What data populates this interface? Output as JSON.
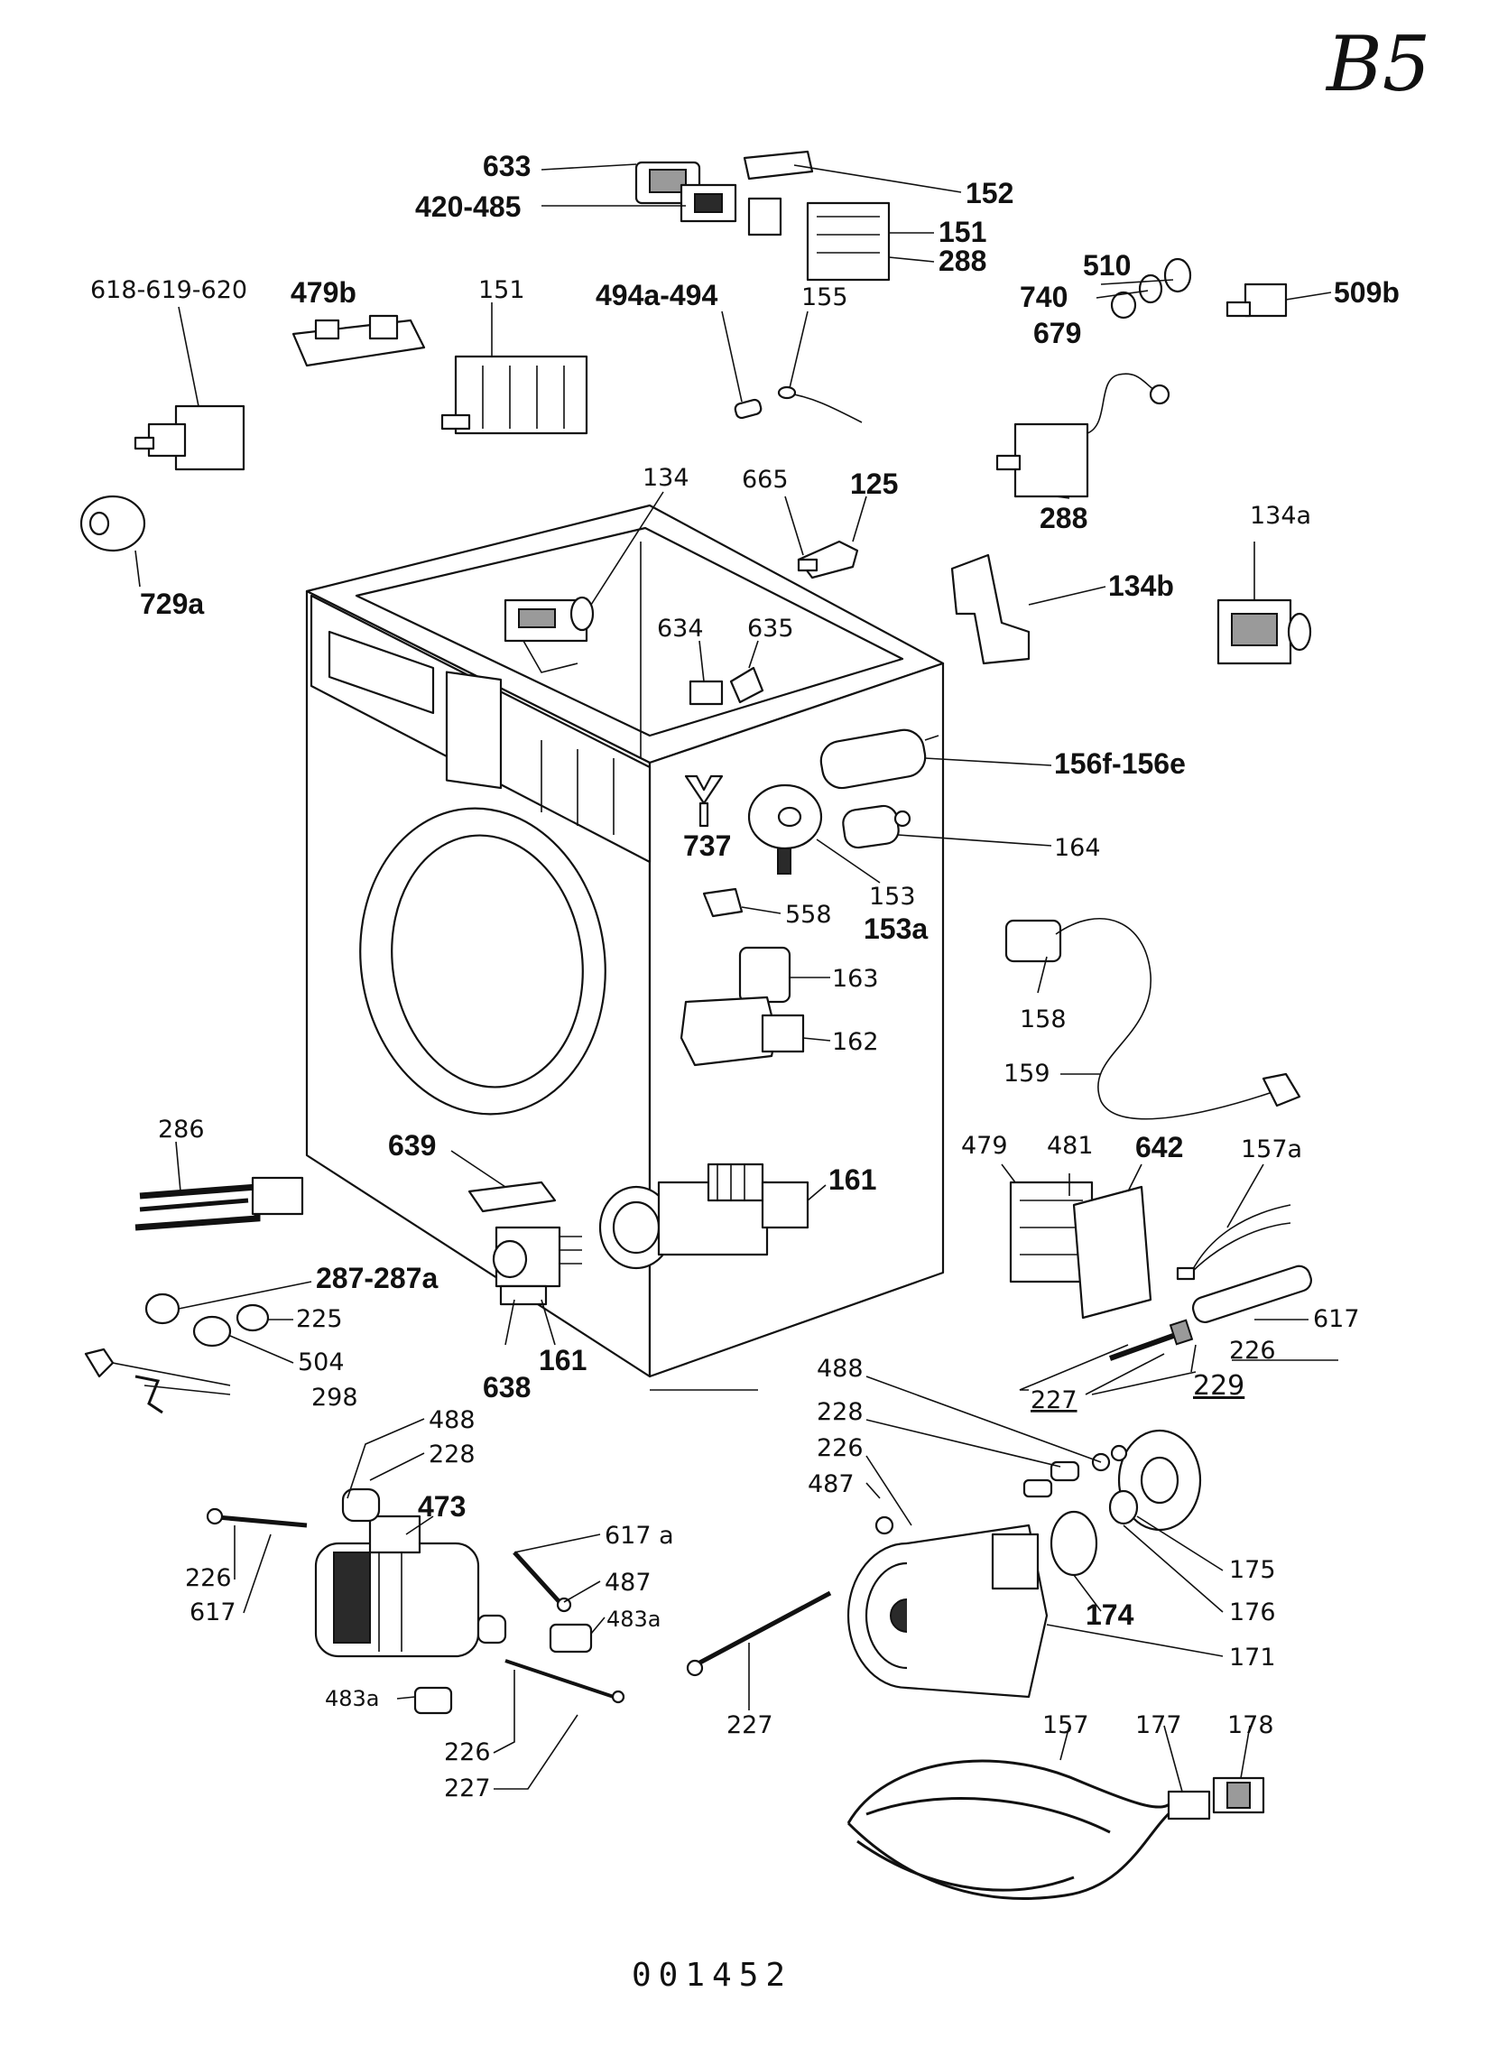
{
  "sheet_code": "B5",
  "footer_code": "001452",
  "labels": {
    "l633": "633",
    "l420_485": "420-485",
    "l152": "152",
    "l151a": "151",
    "l288a": "288",
    "l618_619_620": "618-619-620",
    "l479b": "479b",
    "l151b": "151",
    "l494a_494": "494a-494",
    "l155": "155",
    "l510": "510",
    "l740": "740",
    "l679": "679",
    "l509b": "509b",
    "l288b": "288",
    "l134": "134",
    "l665": "665",
    "l125": "125",
    "l134a": "134a",
    "l134b": "134b",
    "l729a": "729a",
    "l634": "634",
    "l635": "635",
    "l156f_156e": "156f-156e",
    "l737": "737",
    "l164": "164",
    "l153": "153",
    "l153a": "153a",
    "l558": "558",
    "l163": "163",
    "l162": "162",
    "l158": "158",
    "l159": "159",
    "l286": "286",
    "l639": "639",
    "l161a": "161",
    "l479": "479",
    "l481": "481",
    "l642": "642",
    "l157a": "157a",
    "l287_287a": "287-287a",
    "l225": "225",
    "l504": "504",
    "l298": "298",
    "l638": "638",
    "l161b": "161",
    "l617a": "617",
    "l226a": "226",
    "l229": "229",
    "l227a": "227",
    "l488a": "488",
    "l228a": "228",
    "l226b": "226",
    "l487a": "487",
    "l488b": "488",
    "l228b": "228",
    "l473": "473",
    "l617a_": "617 a",
    "l487b": "487",
    "l483a_a": "483a",
    "l226c": "226",
    "l617b": "617",
    "l483a_b": "483a",
    "l226d": "226",
    "l227b": "227",
    "l175": "175",
    "l176": "176",
    "l174": "174",
    "l171": "171",
    "l227c": "227",
    "l157": "157",
    "l177": "177",
    "l178": "178"
  }
}
